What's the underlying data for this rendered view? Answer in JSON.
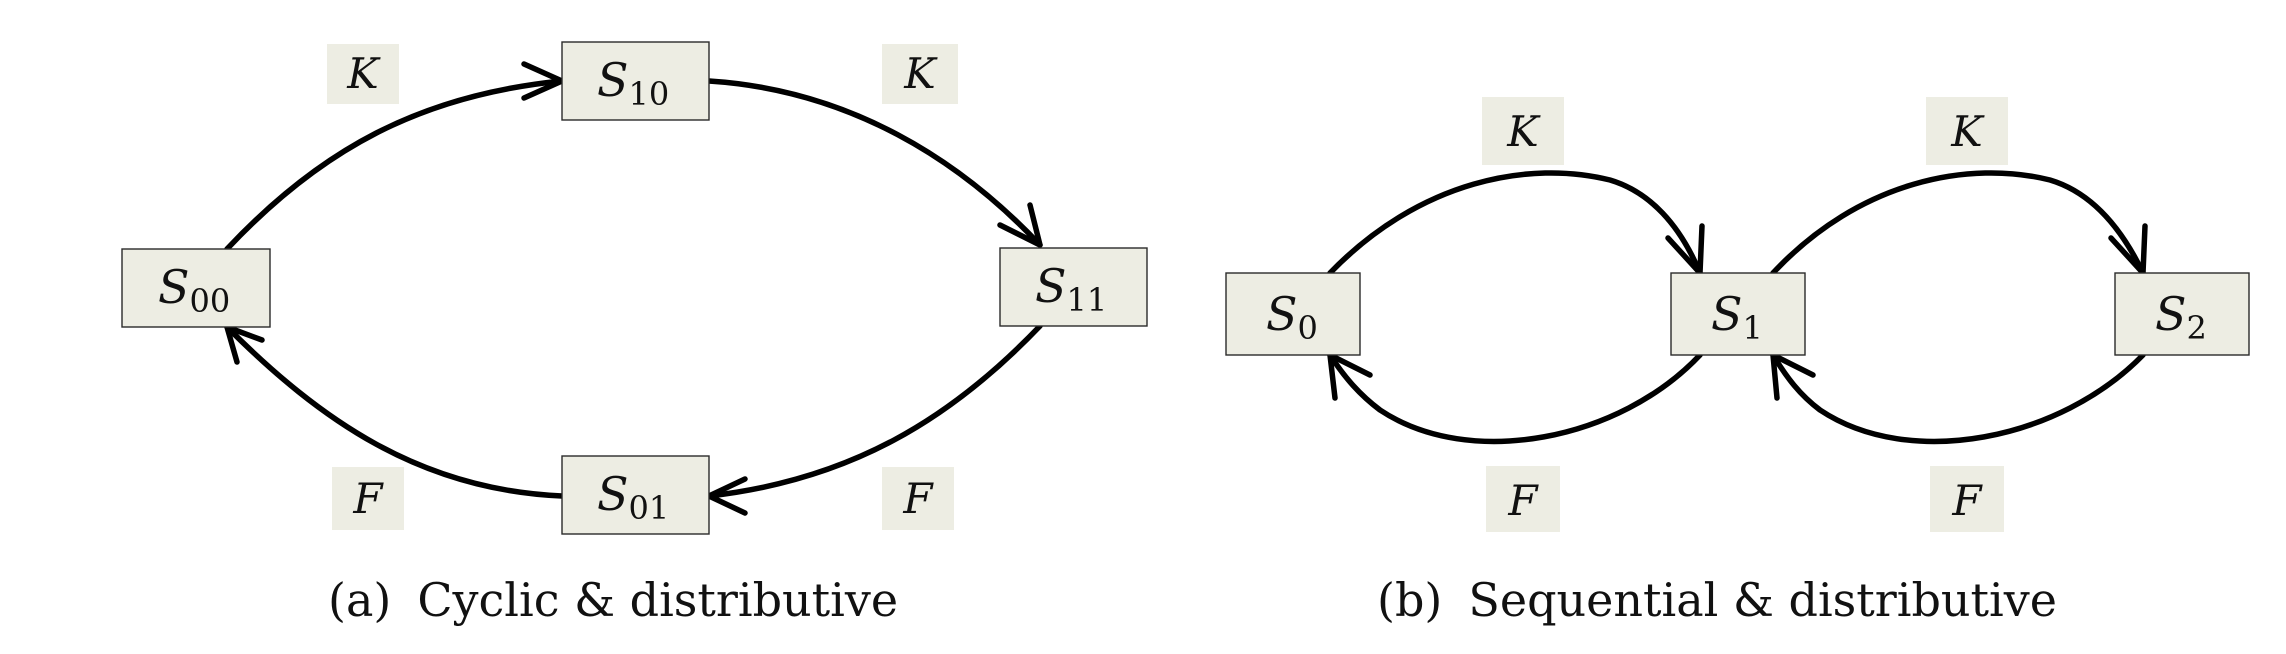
{
  "panel_a": {
    "caption_tag": "(a)",
    "caption": "Cyclic & distributive",
    "nodes": {
      "s00": {
        "symbol": "S",
        "subscript": "00"
      },
      "s10": {
        "symbol": "S",
        "subscript": "10"
      },
      "s11": {
        "symbol": "S",
        "subscript": "11"
      },
      "s01": {
        "symbol": "S",
        "subscript": "01"
      }
    },
    "edges": [
      {
        "from": "S00",
        "to": "S10",
        "label": "K"
      },
      {
        "from": "S10",
        "to": "S11",
        "label": "K"
      },
      {
        "from": "S11",
        "to": "S01",
        "label": "F"
      },
      {
        "from": "S01",
        "to": "S00",
        "label": "F"
      }
    ]
  },
  "panel_b": {
    "caption_tag": "(b)",
    "caption": "Sequential & distributive",
    "nodes": {
      "s0": {
        "symbol": "S",
        "subscript": "0"
      },
      "s1": {
        "symbol": "S",
        "subscript": "1"
      },
      "s2": {
        "symbol": "S",
        "subscript": "2"
      }
    },
    "edges": [
      {
        "from": "S0",
        "to": "S1",
        "label": "K"
      },
      {
        "from": "S1",
        "to": "S2",
        "label": "K"
      },
      {
        "from": "S1",
        "to": "S0",
        "label": "F"
      },
      {
        "from": "S2",
        "to": "S1",
        "label": "F"
      }
    ]
  },
  "colors": {
    "node_fill": "#ededE3",
    "edge": "#000000",
    "text": "#111111"
  }
}
